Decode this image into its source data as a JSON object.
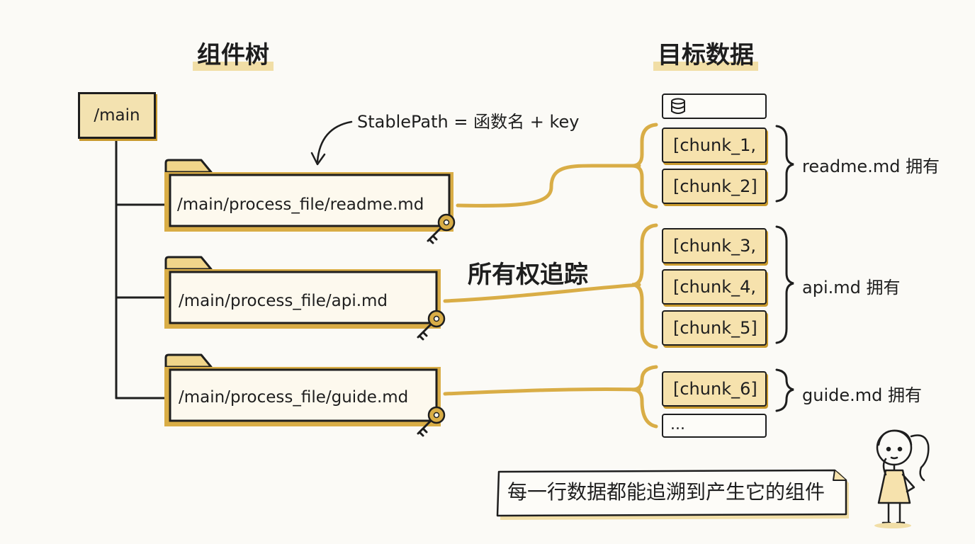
{
  "headings": {
    "left": "组件树",
    "right": "目标数据"
  },
  "root": {
    "label": "/main"
  },
  "annotation": {
    "text": "StablePath = 函数名 + key"
  },
  "components": [
    {
      "path": "/main/process_file/readme.md",
      "icon": "key-icon"
    },
    {
      "path": "/main/process_file/api.md",
      "icon": "key-icon"
    },
    {
      "path": "/main/process_file/guide.md",
      "icon": "key-icon"
    }
  ],
  "ownership_label": "所有权追踪",
  "target_rows": {
    "db_icon": "database-icon",
    "groups": [
      {
        "chunks": [
          "[chunk_1,",
          "[chunk_2]"
        ],
        "owner": "readme.md 拥有"
      },
      {
        "chunks": [
          "[chunk_3,",
          "[chunk_4,",
          "[chunk_5]"
        ],
        "owner": "api.md 拥有"
      },
      {
        "chunks": [
          "[chunk_6]"
        ],
        "owner": "guide.md 拥有"
      }
    ],
    "ellipsis": "..."
  },
  "note": {
    "text": "每一行数据都能追溯到产生它的组件"
  },
  "colors": {
    "accent": "#d9ad46",
    "accent_light": "#f6e2ad",
    "ink": "#1e1e1e",
    "background": "#fbfaf6"
  }
}
